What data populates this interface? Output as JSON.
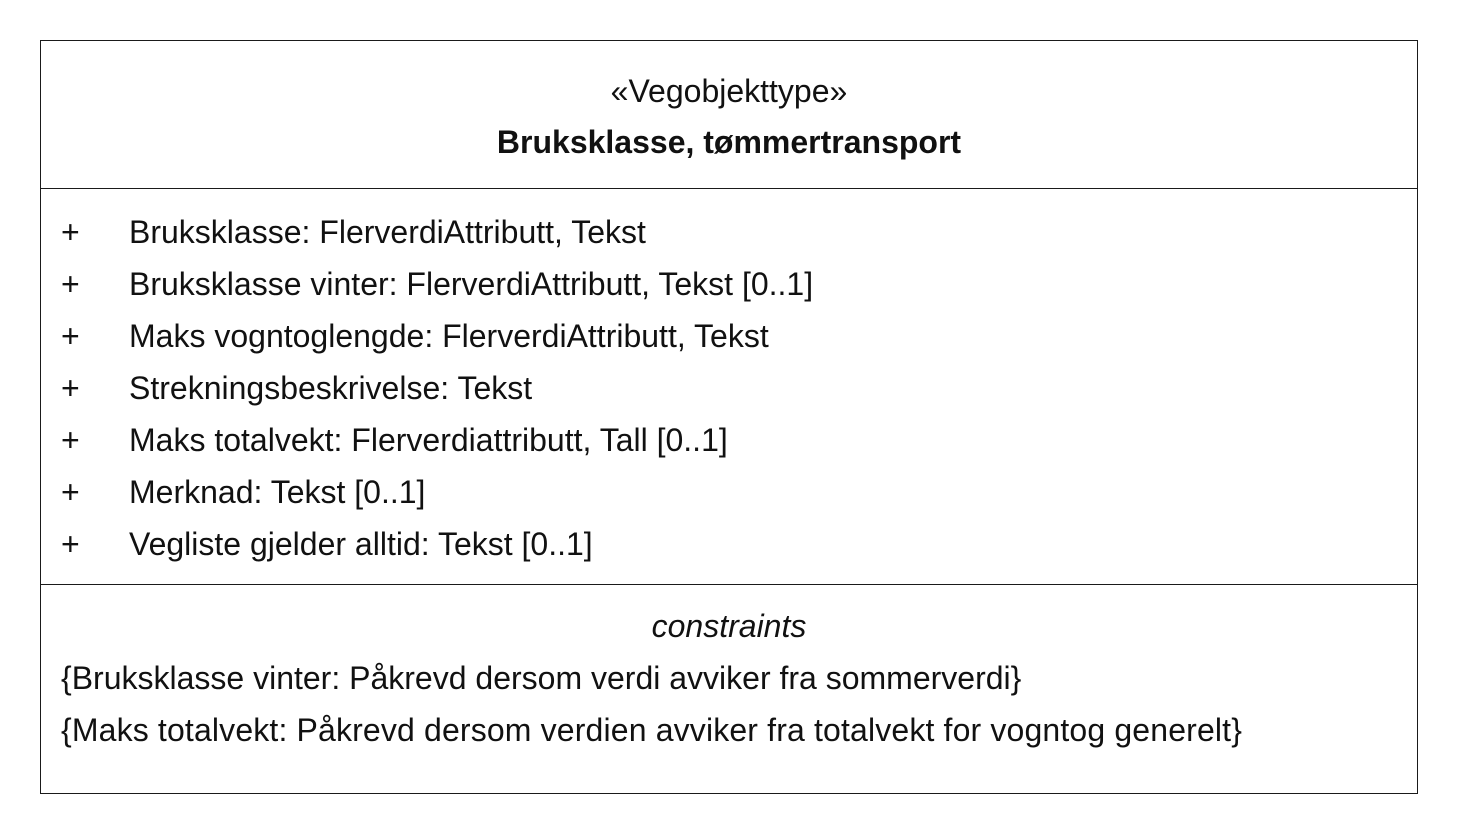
{
  "class": {
    "stereotype": "«Vegobjekttype»",
    "name": "Bruksklasse, tømmertransport",
    "attributes": [
      {
        "visibility": "+",
        "text": "Bruksklasse: FlerverdiAttributt, Tekst"
      },
      {
        "visibility": "+",
        "text": "Bruksklasse vinter: FlerverdiAttributt, Tekst [0..1]"
      },
      {
        "visibility": "+",
        "text": "Maks vogntoglengde: FlerverdiAttributt, Tekst"
      },
      {
        "visibility": "+",
        "text": "Strekningsbeskrivelse: Tekst"
      },
      {
        "visibility": "+",
        "text": "Maks totalvekt: Flerverdiattributt, Tall [0..1]"
      },
      {
        "visibility": "+",
        "text": "Merknad: Tekst [0..1]"
      },
      {
        "visibility": "+",
        "text": "Vegliste gjelder alltid: Tekst [0..1]"
      }
    ],
    "constraints_title": "constraints",
    "constraints": [
      "{Bruksklasse vinter: Påkrevd dersom verdi avviker fra sommerverdi}",
      "{Maks totalvekt: Påkrevd dersom verdien avviker fra totalvekt for vogntog generelt}"
    ]
  }
}
